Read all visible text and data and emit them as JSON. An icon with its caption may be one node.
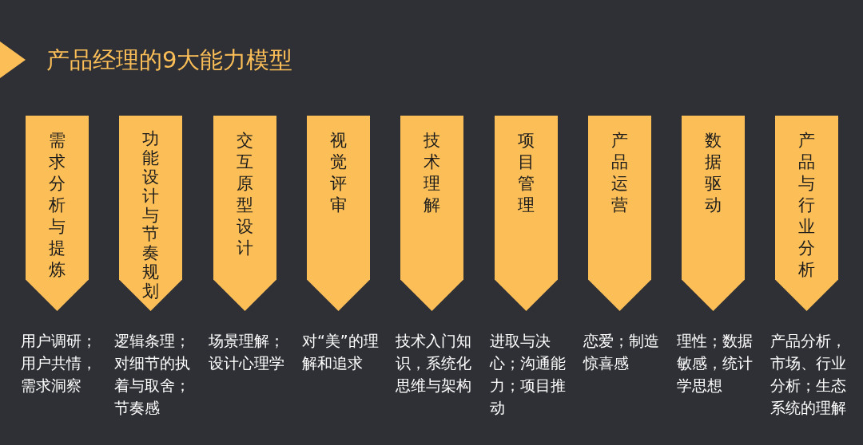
{
  "diagram": {
    "title": "产品经理的9大能力模型",
    "nodes": [
      {
        "text": [
          "需求分析与提炼"
        ],
        "beside": [
          "用户调研；用户共情，需求洞察"
        ]
      },
      {
        "text": [
          "功能设计与节奏规划"
        ],
        "beside": [
          "逻辑条理；对细节的执着与取舍；节奏感"
        ]
      },
      {
        "text": [
          "交互原型设计"
        ],
        "beside": [
          "场景理解；设计心理学"
        ]
      },
      {
        "text": [
          "视觉评审"
        ],
        "beside": [
          "对“美”的理解和追求"
        ]
      },
      {
        "text": [
          "技术理解"
        ],
        "beside": [
          "技术入门知识，系统化思维与架构"
        ]
      },
      {
        "text": [
          "项目管理"
        ],
        "beside": [
          "进取与决心；沟通能力；项目推动"
        ]
      },
      {
        "text": [
          "产品运营"
        ],
        "beside": [
          "恋爱；制造惊喜感"
        ]
      },
      {
        "text": [
          "数据驱动"
        ],
        "beside": [
          "理性；数据敏感，统计学思想"
        ]
      },
      {
        "text": [
          "产品与行业分析"
        ],
        "beside": [
          "产品分析，市场、行业分析；生态系统的理解"
        ]
      }
    ]
  }
}
